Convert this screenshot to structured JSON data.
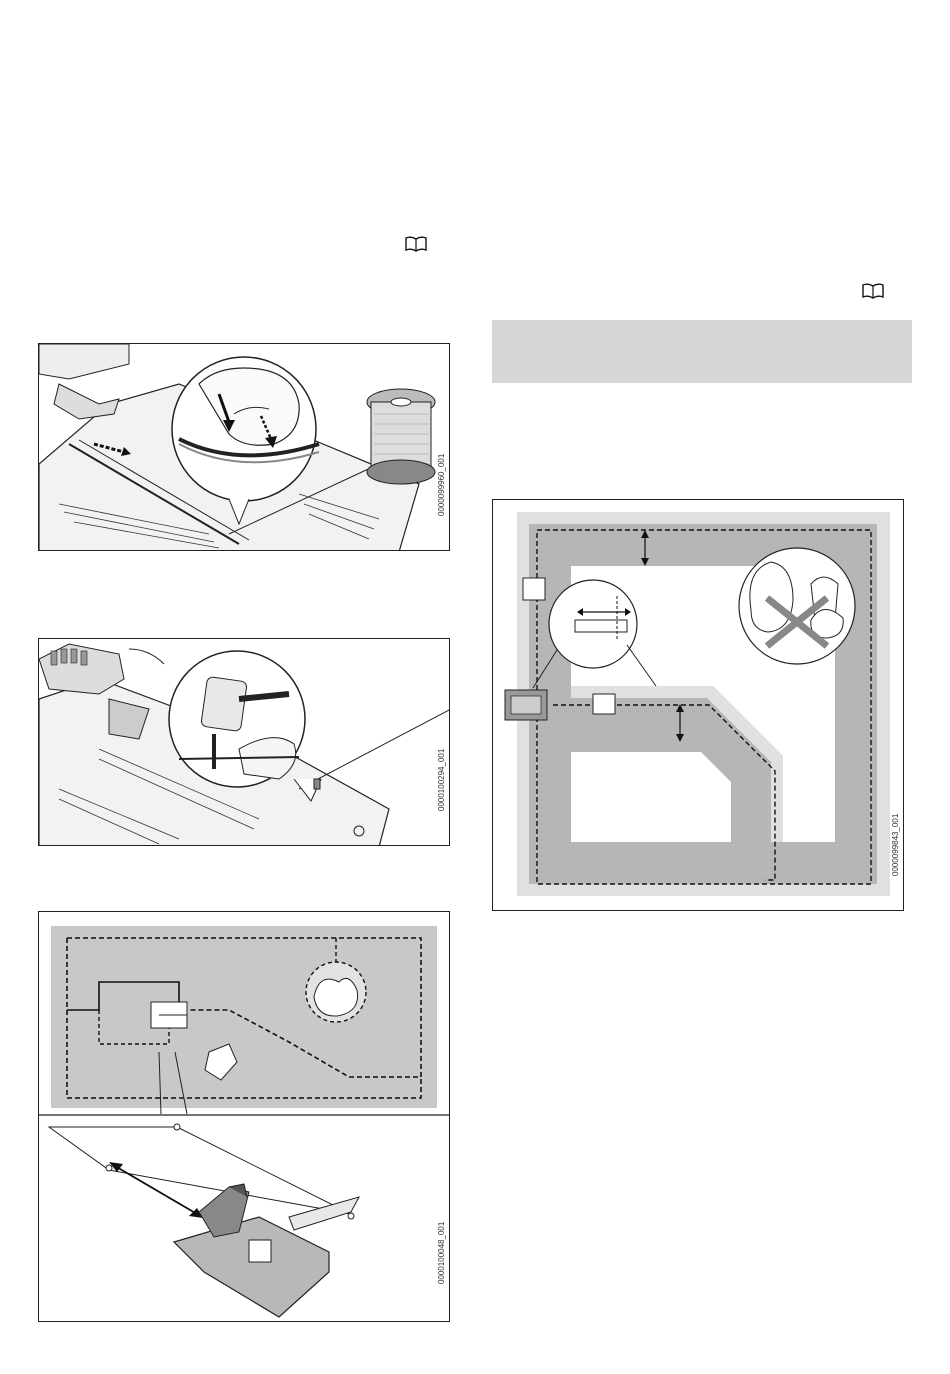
{
  "figures": {
    "fig1": {
      "code": "0000099960_001"
    },
    "fig2": {
      "code": "0000100294_001"
    },
    "fig3": {
      "code": "0000100048_001"
    },
    "fig4": {
      "code": "0000099843_001"
    }
  },
  "icons": {
    "book_left": "book-icon",
    "book_right": "book-icon"
  },
  "colors": {
    "lawn_gray": "#c8c8c8",
    "light_gray": "#e0e0e0",
    "dark_gray": "#b0b0b0",
    "line": "#222222"
  }
}
